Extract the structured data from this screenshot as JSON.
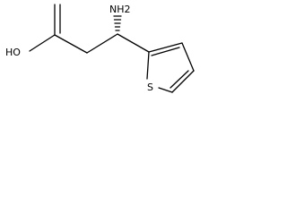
{
  "molecule": {
    "atoms": {
      "amine": "NH2",
      "hydroxyl": "HO",
      "sulfur": "S"
    }
  },
  "colors": {
    "ink": "#000000",
    "background": "#ffffff"
  }
}
